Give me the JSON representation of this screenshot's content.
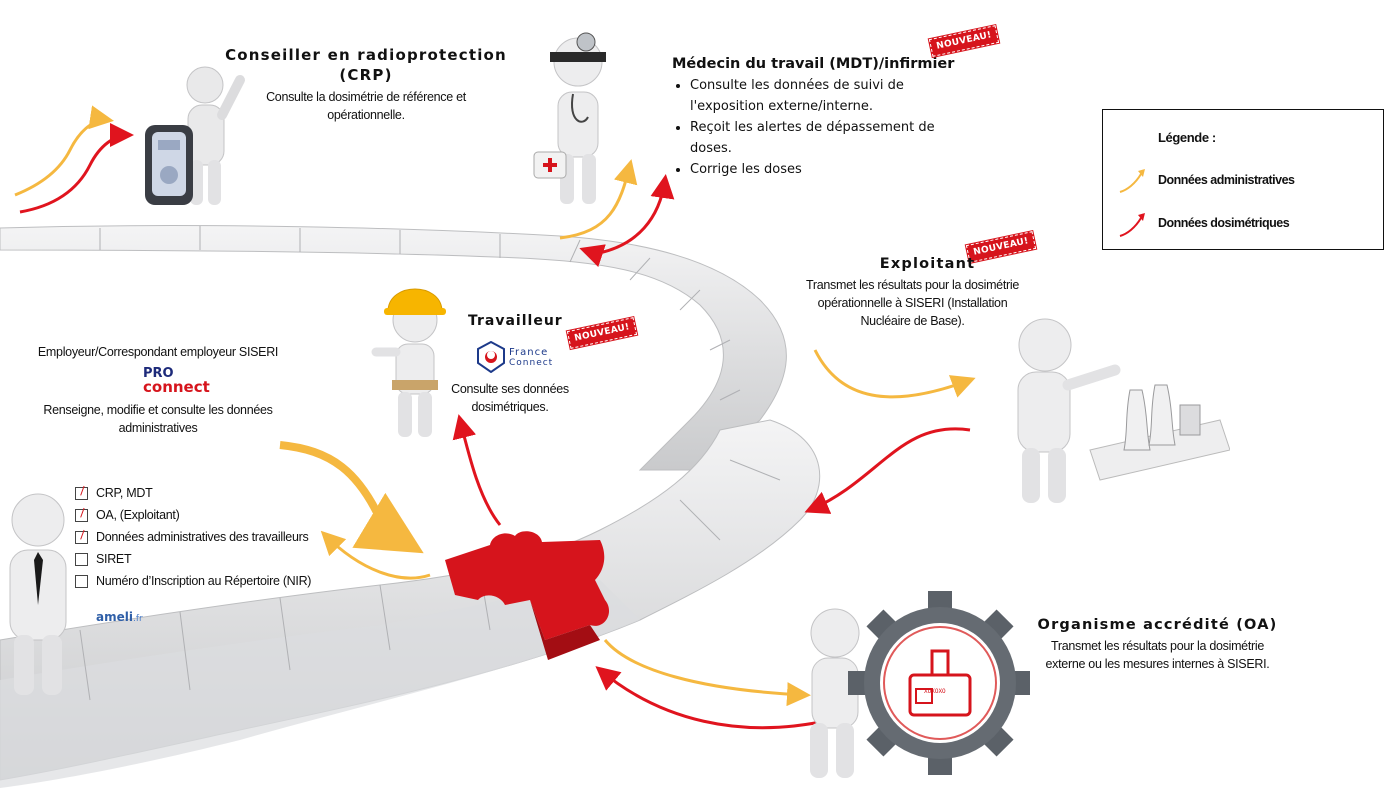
{
  "crp": {
    "title_line1": "Conseiller en radioprotection",
    "title_line2": "(CRP)",
    "desc_line1": "Consulte la dosimétrie de  référence et",
    "desc_line2": "opérationnelle."
  },
  "mdt": {
    "title": "Médecin du travail (MDT)/infirmier",
    "badge": "NOUVEAU!",
    "bullets": [
      "Consulte les données de suivi de l'exposition externe/interne.",
      "Reçoit les alertes de dépassement  de doses.",
      "Corrige les doses"
    ]
  },
  "legend": {
    "title": "Légende :",
    "items": [
      {
        "label": "Données administratives",
        "color": "#f5b840"
      },
      {
        "label": "Données dosimétriques",
        "color": "#e0141e"
      }
    ]
  },
  "exploitant": {
    "title": "Exploitant",
    "badge": "NOUVEAU!",
    "desc_line1": "Transmet les résultats pour la  dosimétrie",
    "desc_line2": "opérationnelle à SISERI (Installation",
    "desc_line3": "Nucléaire de Base)."
  },
  "travailleur": {
    "title": "Travailleur",
    "badge": "NOUVEAU!",
    "logo_line1": "France",
    "logo_line2": "Connect",
    "desc_line1": "Consulte ses données",
    "desc_line2": "dosimétriques."
  },
  "employeur": {
    "title": "Employeur/Correspondant employeur SISERI",
    "logo_top": "PRO",
    "logo_bottom": "connect",
    "desc_line1": "Renseigne, modifie et consulte les données",
    "desc_line2": "administratives",
    "checklist": [
      {
        "label": "CRP, MDT",
        "checked": true
      },
      {
        "label": "OA, (Exploitant)",
        "checked": true
      },
      {
        "label": "Données administratives des travailleurs",
        "checked": true
      },
      {
        "label": "SIRET",
        "checked": false
      },
      {
        "label": "Numéro d’Inscription  au Répertoire (NIR)",
        "checked": false
      }
    ],
    "ameli": "ameli",
    "ameli_suffix": ".fr"
  },
  "oa": {
    "title": "Organisme accrédité (OA)",
    "desc_line1": "Transmet les résultats pour la  dosimétrie",
    "desc_line2": "externe ou  les mesures internes à SISERI.",
    "device_text": "XOXOXO"
  },
  "colors": {
    "admin_arrow": "#f5b840",
    "dosi_arrow": "#e0141e",
    "puzzle": "#e7e8ea",
    "puzzle_red": "#d6141c",
    "badge": "#d6141c",
    "proconnect_blue": "#1d2a7a",
    "proconnect_red": "#d6141c",
    "franceconnect_blue": "#1d3a8a"
  }
}
